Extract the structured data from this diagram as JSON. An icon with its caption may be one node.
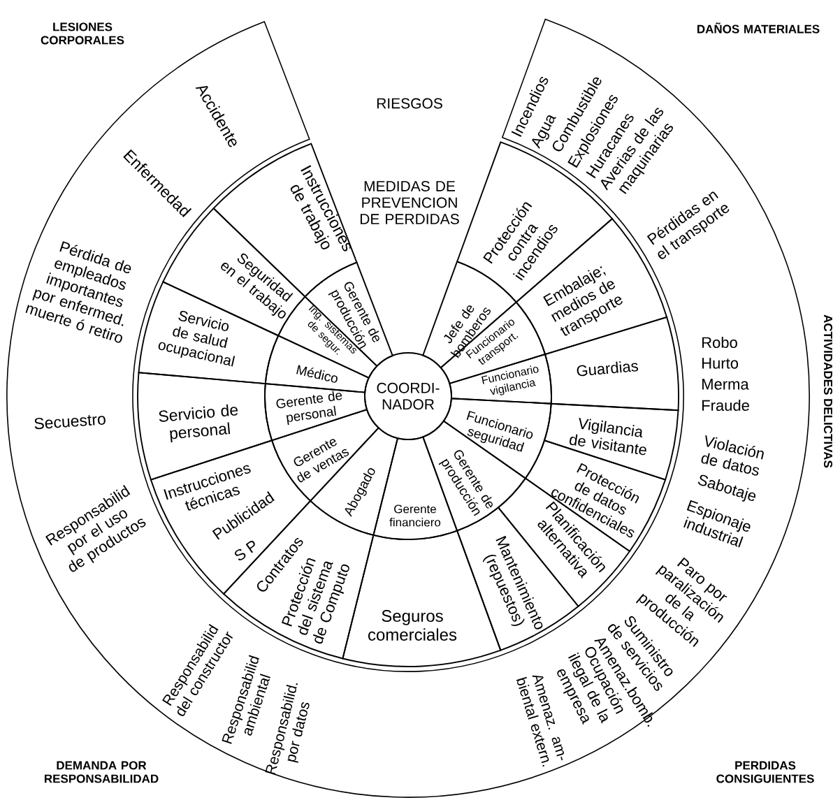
{
  "diagram": {
    "nodes": [
      {
        "text": [
          "Accidente",
          "Enfermedad",
          "Pérdida de empleados importantes por enfermed. muerte ó retiro",
          "Secuestro",
          "Responsabilid por el uso de productos",
          "Responsabilid del constructor",
          "Responsabilid ambiental",
          "Responsabilid. por datos",
          "Incendios",
          "Agua",
          "Combustible",
          "Explosiones",
          "Huracanes",
          "Averias de las maquinarias",
          "Pérdidas en el transporte",
          "Robo",
          "Hurto",
          "Merma",
          "Fraude",
          "Violación de datos",
          "Sabotaje",
          "Espionaje industrial",
          "Paro por paralización de la producción",
          "Suministro de servicios",
          "Amenaz.bomb.",
          "Ocupación ilegal de la empresa",
          "Amenaz. am- biental extern."
        ]
      },
      {
        "text": [
          "Instrucciones de trabajo"
        ]
      },
      {
        "text": [
          "Seguridad en el trabajo"
        ]
      },
      {
        "text": [
          "Servicio de salud ocupacional"
        ]
      },
      {
        "text": [
          "Servicio de personal"
        ]
      },
      {
        "text": [
          "Instrucciones técnicas",
          "Publicidad",
          "S P"
        ]
      },
      {
        "text": [
          "Contratos",
          "Protección del sistema de Computo"
        ]
      },
      {
        "text": [
          "Seguros comerciales"
        ]
      },
      {
        "text": [
          "Mantenimiento (repuestos)"
        ]
      },
      {
        "text": [
          "Planificación alternativa"
        ]
      },
      {
        "text": [
          "Protección de datos confidenciales"
        ]
      },
      {
        "text": [
          "Vigilancia de visitante"
        ]
      },
      {
        "text": [
          "Guardias"
        ]
      },
      {
        "text": [
          "Embalaje; medios de transporte"
        ]
      },
      {
        "text": [
          "Protección contra incendios"
        ]
      },
      {
        "text": [
          "Gerente de producción"
        ]
      },
      {
        "text": [
          "Ing. sistemas de segur."
        ]
      },
      {
        "text": [
          "Médico"
        ]
      },
      {
        "text": [
          "Gerente de personal"
        ]
      },
      {
        "text": [
          "Gerente de ventas"
        ]
      },
      {
        "text": [
          "Abogado"
        ]
      },
      {
        "text": [
          "Gerente financiero"
        ]
      },
      {
        "text": [
          "Gerente de producción"
        ]
      },
      {
        "text": [
          "Funcionario seguridad"
        ]
      },
      {
        "text": [
          "Funcionario vigilancia"
        ]
      },
      {
        "text": [
          "Funcionario transport."
        ]
      },
      {
        "text": [
          "Jefe de bomberos"
        ]
      },
      {
        "text": [
          "COORDI- NADOR"
        ]
      }
    ],
    "labels": [
      "LESIONES CORPORALES",
      "DAÑOS MATERIALES",
      "RIESGOS",
      "MEDIDAS DE PREVENCION DE PERDIDAS",
      "ACTIVIDADES DELICTIVAS",
      "DEMANDA POR RESPONSABILIDAD",
      "PERDIDAS CONSIGUIENTES"
    ]
  }
}
